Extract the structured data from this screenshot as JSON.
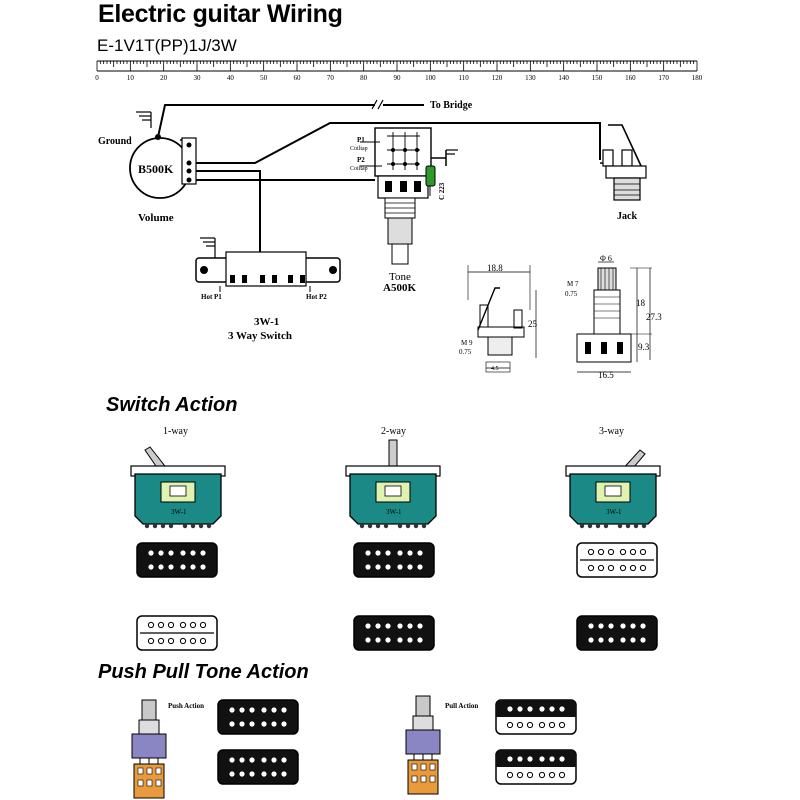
{
  "header": {
    "title": "Electric guitar Wiring",
    "subtitle": "E-1V1T(PP)1J/3W"
  },
  "ruler": {
    "ticks": [
      "0",
      "10",
      "20",
      "30",
      "40",
      "50",
      "60",
      "70",
      "80",
      "90",
      "100",
      "110",
      "120",
      "130",
      "140",
      "150",
      "160",
      "170",
      "180"
    ]
  },
  "wiring": {
    "ground_label": "Ground",
    "volume_pot_value": "B500K",
    "volume_label": "Volume",
    "to_bridge_label": "To Bridge",
    "p1_label": "P1",
    "coiltap1_label": "Coiltap",
    "p2_label": "P2",
    "coiltap2_label": "Coiltap",
    "capacitor_label": "C 223",
    "jack_label": "Jack",
    "tone_label": "Tone",
    "tone_pot_value": "A500K",
    "hot_p1_label": "Hot P1",
    "hot_p2_label": "Hot P2",
    "switch_code": "3W-1",
    "switch_label": "3 Way Switch"
  },
  "dimensions": {
    "jack_width": "18.8",
    "jack_height": "25",
    "jack_thread_line1": "M 9",
    "jack_thread_line2": "0.75",
    "jack_nut": "4.5",
    "pot_shaft_dia": "Φ 6",
    "pot_thread_line1": "M 7",
    "pot_thread_line2": "0.75",
    "pot_shaft_len": "18",
    "pot_total": "27.3",
    "pot_body_h": "9.3",
    "pot_body_w": "16.5"
  },
  "switch_action": {
    "title": "Switch Action",
    "positions": [
      {
        "label": "1-way",
        "switch_code": "3W-1"
      },
      {
        "label": "2-way",
        "switch_code": "3W-1"
      },
      {
        "label": "3-way",
        "switch_code": "3W-1"
      }
    ]
  },
  "push_pull": {
    "title": "Push Pull Tone Action",
    "push_label": "Push Action",
    "pull_label": "Pull Action"
  },
  "colors": {
    "switch_plate": "#1b8a87",
    "switch_window": "#dff2b0",
    "capacitor": "#2c9a2c",
    "pot_body": "#8a86c4",
    "pot_bottom": "#e89a3c",
    "pickup_black": "#111111"
  }
}
